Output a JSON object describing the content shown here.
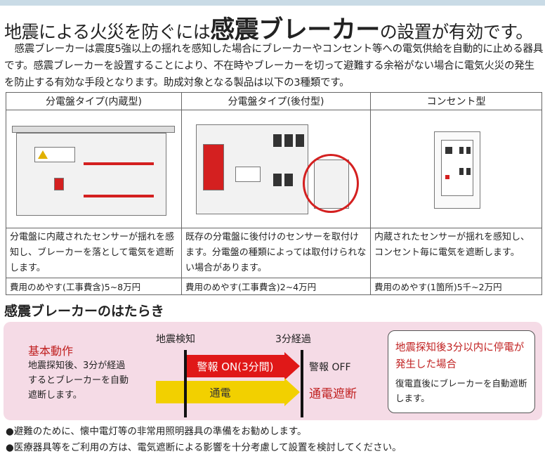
{
  "title": {
    "pre": "地震による火災を防ぐには",
    "emph": "感震ブレーカー",
    "post": "の設置が有効です。"
  },
  "intro": "感震ブレーカーは震度5強以上の揺れを感知した場合にブレーカーやコンセント等への電気供給を自動的に止める器具です。感震ブレーカーを設置することにより、不在時やブレーカーを切って避難する余裕がない場合に電気火災の発生を防止する有効な手段となります。助成対象となる製品は以下の3種類です。",
  "types": [
    {
      "name": "分電盤タイプ(内蔵型)",
      "desc": "分電盤に内蔵されたセンサーが揺れを感知し、ブレーカーを落として電気を遮断します。",
      "cost": "費用のめやす(工事費含)5~8万円"
    },
    {
      "name": "分電盤タイプ(後付型)",
      "desc": "既存の分電盤に後付けのセンサーを取付けます。分電盤の種類によっては取付けられない場合があります。",
      "cost": "費用のめやす(工事費含)2~4万円"
    },
    {
      "name": "コンセント型",
      "desc": "内蔵されたセンサーが揺れを感知し、コンセント毎に電気を遮断します。",
      "cost": "費用のめやす(1箇所)5千~2万円"
    }
  ],
  "how": {
    "title": "感震ブレーカーのはたらき",
    "basic_title": "基本動作",
    "basic_desc": "地震探知後、3分が経過するとブレーカーを自動遮断します。",
    "detect": "地震検知",
    "elapsed": "3分経過",
    "alarm_on": "警報 ON(3分間)",
    "alarm_off": "警報 OFF",
    "power": "通電",
    "cutoff": "通電遮断",
    "note_title": "地震探知後3分以内に停電が発生した場合",
    "note_desc": "復電直後にブレーカーを自動遮断します。"
  },
  "bullets": [
    "●避難のために、懐中電灯等の非常用照明器具の準備をお勧めします。",
    "●医療器具等をご利用の方は、電気遮断による影響を十分考慮して設置を検討してください。"
  ],
  "colors": {
    "red": "#d42020",
    "yellow": "#f2d000",
    "pink": "#f5dbe6"
  }
}
